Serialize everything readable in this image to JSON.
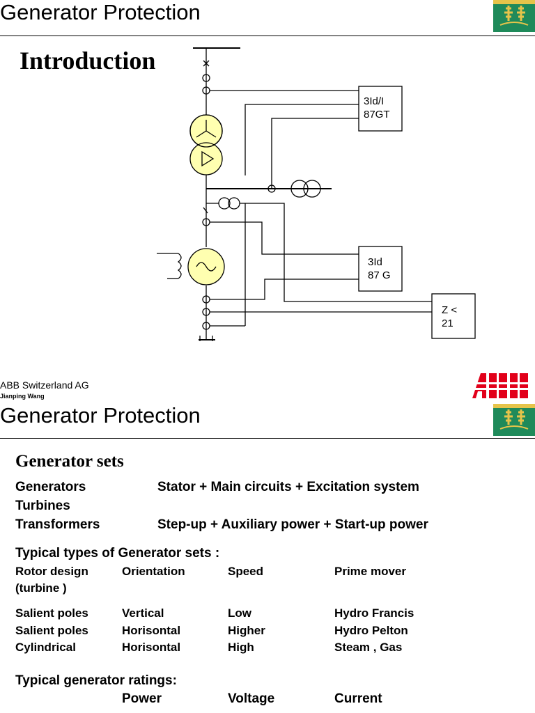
{
  "slide1": {
    "header_title": "Generator Protection",
    "section_title": "Introduction",
    "relays": {
      "r1_line1": "3Id/I",
      "r1_line2": "87GT",
      "r2_line1": "3Id",
      "r2_line2": "87 G",
      "r3_line1": "Z <",
      "r3_line2": "21"
    }
  },
  "footer": {
    "company": "ABB Switzerland AG",
    "author": "Jianping Wang",
    "brand": "ABB",
    "brand_color": "#e2001a"
  },
  "slide2": {
    "header_title": "Generator Protection",
    "section_title": "Generator sets",
    "components": [
      {
        "name": "Generators",
        "desc": "Stator + Main circuits + Excitation system"
      },
      {
        "name": "Turbines",
        "desc": ""
      },
      {
        "name": "Transformers",
        "desc": "Step-up + Auxiliary power + Start-up power"
      }
    ],
    "types_title": "Typical types of Generator sets :",
    "types_headers": [
      "Rotor design (turbine )",
      "Orientation",
      "Speed",
      "Prime mover"
    ],
    "types_header_line1": "Rotor design",
    "types_header_line2": "(turbine )",
    "types_rows": [
      [
        "Salient poles",
        "Vertical",
        "Low",
        "Hydro Francis"
      ],
      [
        "Salient poles",
        "Horisontal",
        "Higher",
        "Hydro Pelton"
      ],
      [
        "Cylindrical",
        "Horisontal",
        "High",
        "Steam , Gas"
      ]
    ],
    "ratings_title": "Typical generator ratings:",
    "ratings_headers": [
      "Power",
      "Voltage",
      "Current"
    ]
  },
  "colors": {
    "logo_green": "#1f8a5a",
    "logo_gold": "#e6c44a",
    "symbol_fill": "#ffffb0",
    "abb_red": "#e2001a"
  },
  "icons": [
    "power-plant-logo-icon",
    "abb-logo-icon"
  ]
}
